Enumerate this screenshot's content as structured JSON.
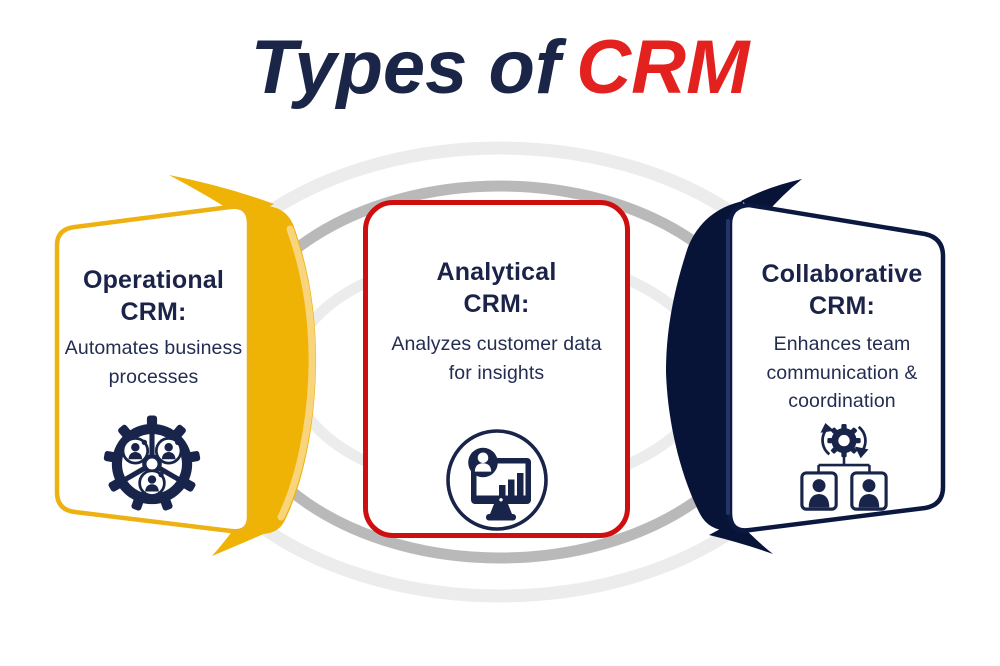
{
  "title": {
    "prefix": "Types of",
    "highlight": "CRM"
  },
  "cards": [
    {
      "heading_line1": "Operational",
      "heading_line2": "CRM:",
      "description": "Automates business processes",
      "icon": "gear-team-icon",
      "accent_color": "#efb306"
    },
    {
      "heading_line1": "Analytical",
      "heading_line2": "CRM:",
      "description": "Analyzes customer data for insights",
      "icon": "monitor-analytics-icon",
      "accent_color": "#cf0e10"
    },
    {
      "heading_line1": "Collaborative",
      "heading_line2": "CRM:",
      "description": "Enhances team communication & coordination",
      "icon": "workflow-team-icon",
      "accent_color": "#081338"
    }
  ],
  "colors": {
    "navy_dark": "#081338",
    "navy_edge": "#223566",
    "navy_border": "#0b1940",
    "navy_text": "#1b2448",
    "icon_navy": "#182449",
    "yellow": "#efb306",
    "yellow_edge": "#f8d47d",
    "yellow_border": "#eeb112",
    "red_border": "#cf0e10",
    "red_title": "#e3221f",
    "ring_light": "#ececec",
    "ring_mid": "#b9b9b9"
  }
}
